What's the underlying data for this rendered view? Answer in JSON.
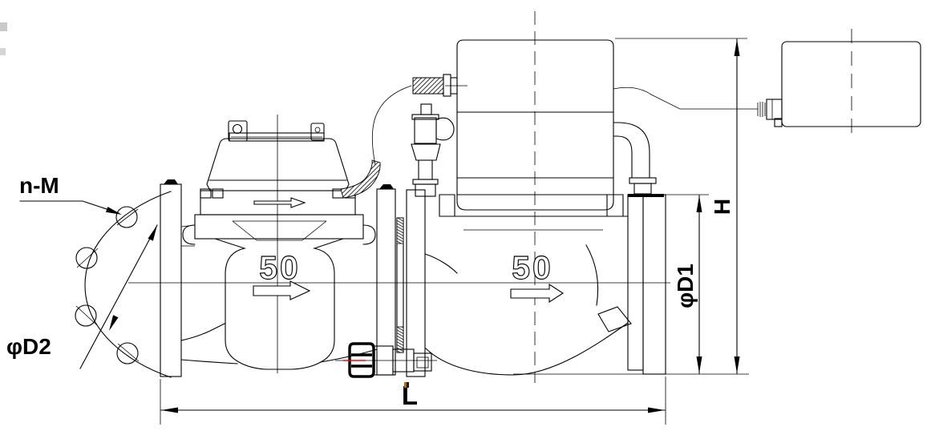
{
  "drawing": {
    "labels": {
      "bolt_spec": "n-M",
      "bolt_circle_dia": "φD2",
      "length": "L",
      "flange_dia": "φD1",
      "height": "H"
    },
    "markings": {
      "meter_size": "50",
      "valve_size": "50"
    },
    "colors": {
      "line": "#000000",
      "background": "#ffffff",
      "artifact_red": "#ff0000",
      "artifact_orange": "#b06a10",
      "artifact_grey": "#c9c9c9"
    }
  }
}
